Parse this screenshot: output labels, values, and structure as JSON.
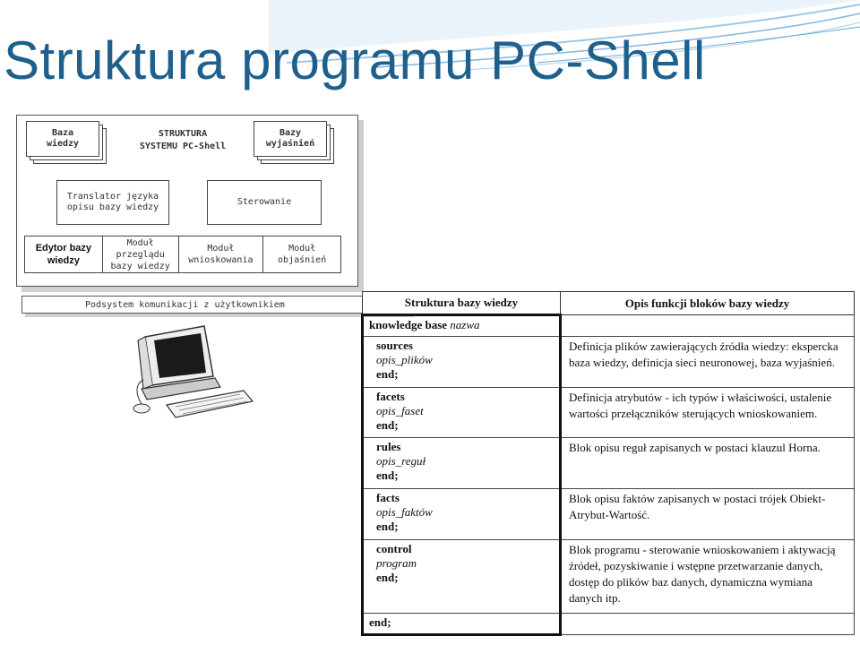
{
  "title": "Struktura programu PC-Shell",
  "diagram": {
    "baza": "Baza\nwiedzy",
    "struktura": "STRUKTURA\nSYSTEMU PC-Shell",
    "bazy": "Bazy\nwyjaśnień",
    "translator": "Translator języka\nopisu bazy wiedzy",
    "sterowanie": "Sterowanie",
    "edytor": "Edytor bazy\nwiedzy",
    "modul_przegladu": "Moduł\nprzeglądu\nbazy wiedzy",
    "modul_wnioskowania": "Moduł\nwnioskowania",
    "modul_objasnien": "Moduł\nobjaśnień",
    "komunikacja": "Podsystem komunikacji z użytkownikiem"
  },
  "table": {
    "headers": [
      "Struktura bazy wiedzy",
      "Opis funkcji bloków bazy wiedzy"
    ],
    "kb_keyword": "knowledge base",
    "kb_name": "nazwa",
    "blocks": [
      {
        "keyword": "sources",
        "param": "opis_plików",
        "end": "end;",
        "desc": "Definicja plików zawierających źródła wiedzy: ekspercka baza wiedzy, definicja sieci neuronowej, baza wyjaśnień."
      },
      {
        "keyword": "facets",
        "param": "opis_faset",
        "end": "end;",
        "desc": "Definicja atrybutów - ich typów i właściwości, ustalenie wartości przełączników sterujących wnioskowaniem."
      },
      {
        "keyword": "rules",
        "param": "opis_reguł",
        "end": "end;",
        "desc": "Blok opisu reguł zapisanych w postaci klauzul Horna."
      },
      {
        "keyword": "facts",
        "param": "opis_faktów",
        "end": "end;",
        "desc": "Blok opisu faktów zapisanych w postaci trójek Obiekt-Atrybut-Wartość."
      },
      {
        "keyword": "control",
        "param": "program",
        "end": "end;",
        "desc": "Blok programu - sterowanie wnioskowaniem i aktywacją źródeł, pozyskiwanie i wstępne przetwarzanie danych, dostęp do plików baz danych, dynamiczna wymiana danych itp."
      }
    ],
    "final_end": "end;"
  },
  "colors": {
    "title": "#1e5f8c",
    "wave": "#9cc8e6"
  }
}
